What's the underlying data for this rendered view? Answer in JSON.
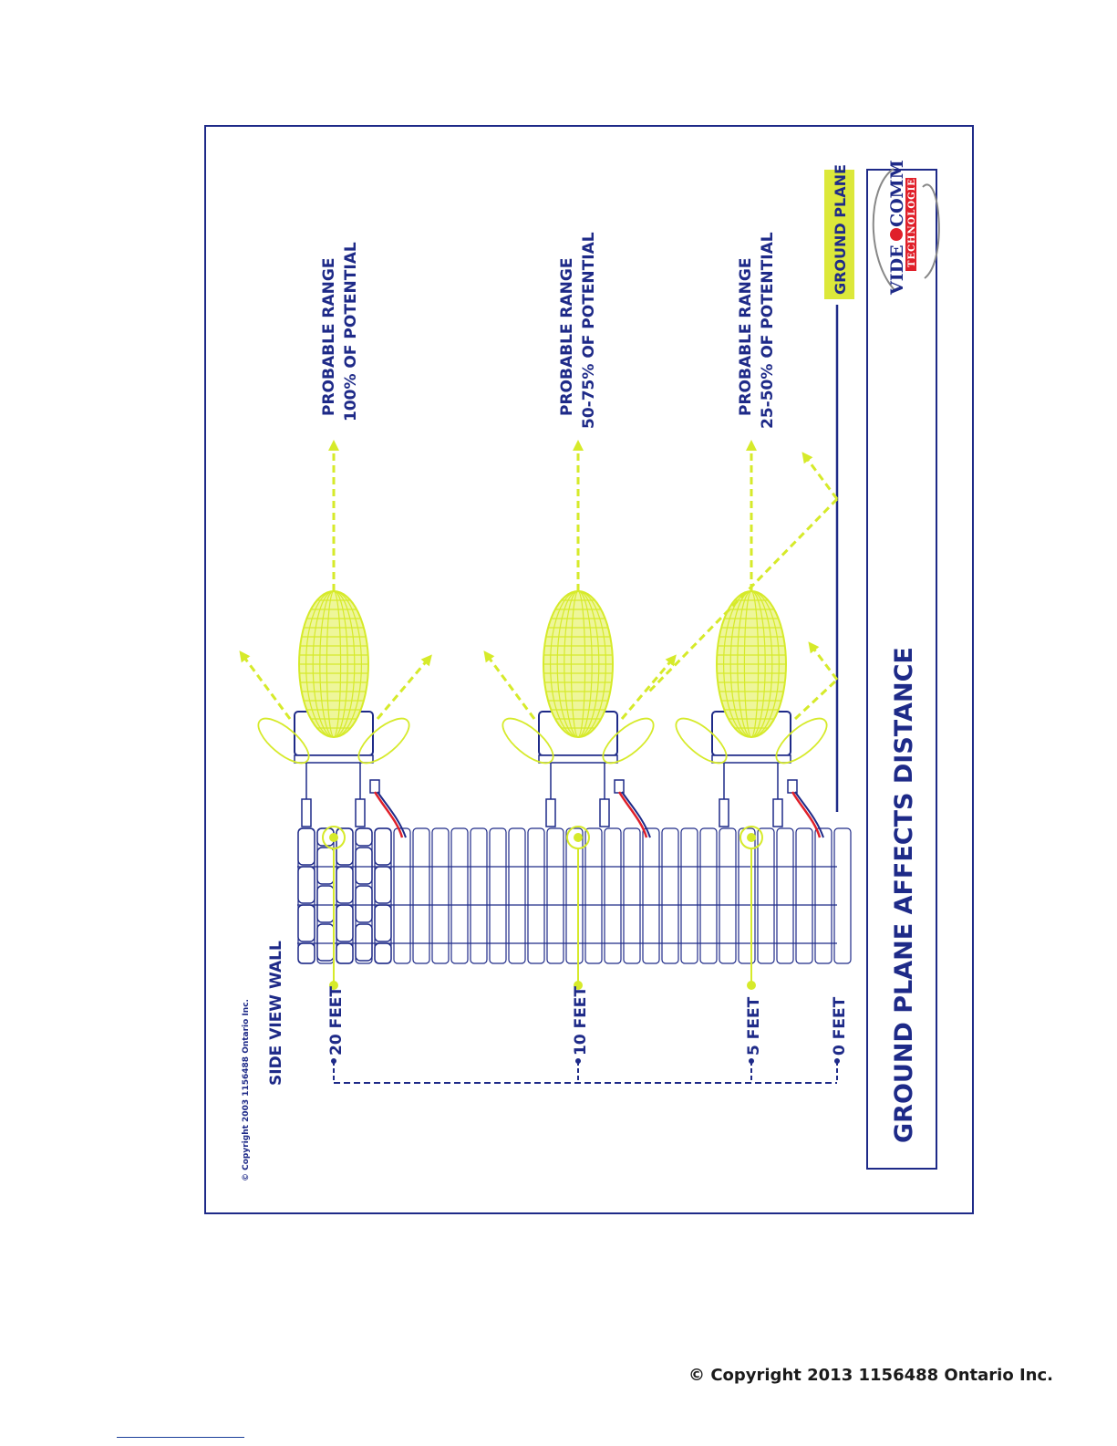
{
  "copyright_small": "© Copyright 2003 1156488 Ontario Inc.",
  "side_view_label": "SIDE VIEW WALL",
  "heights": [
    {
      "label": "20 FEET",
      "range_line1": "PROBABLE RANGE",
      "range_line2": "100% OF POTENTIAL"
    },
    {
      "label": "10 FEET",
      "range_line1": "PROBABLE RANGE",
      "range_line2": "50-75% OF POTENTIAL"
    },
    {
      "label": "5 FEET",
      "range_line1": "PROBABLE RANGE",
      "range_line2": "25-50% OF POTENTIAL"
    }
  ],
  "zero_label": "0 FEET",
  "ground_plane_label": "GROUND PLANE",
  "title": "GROUND PLANE AFFECTS DISTANCE",
  "logo": {
    "word1": "VIDE",
    "word2": "COMM",
    "word3": "TECHNOLOGIES"
  },
  "footer_copyright": "© Copyright 2013 1156488 Ontario Inc.",
  "colors": {
    "navy": "#1e2a88",
    "lime": "#d6ea2a",
    "lime_fill": "#e4f25c",
    "red": "#e0202a"
  }
}
